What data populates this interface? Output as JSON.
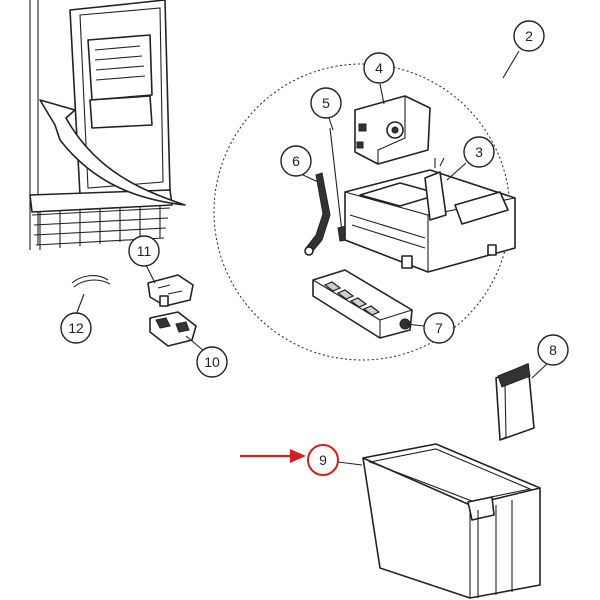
{
  "callouts": [
    {
      "id": "2",
      "label": "2"
    },
    {
      "id": "3",
      "label": "3"
    },
    {
      "id": "4",
      "label": "4"
    },
    {
      "id": "5",
      "label": "5"
    },
    {
      "id": "6",
      "label": "6"
    },
    {
      "id": "7",
      "label": "7"
    },
    {
      "id": "8",
      "label": "8"
    },
    {
      "id": "9",
      "label": "9",
      "highlighted": true
    },
    {
      "id": "10",
      "label": "10"
    },
    {
      "id": "11",
      "label": "11"
    },
    {
      "id": "12",
      "label": "12"
    }
  ],
  "colors": {
    "line": "#222222",
    "highlight": "#d21f1f",
    "background": "#ffffff"
  }
}
